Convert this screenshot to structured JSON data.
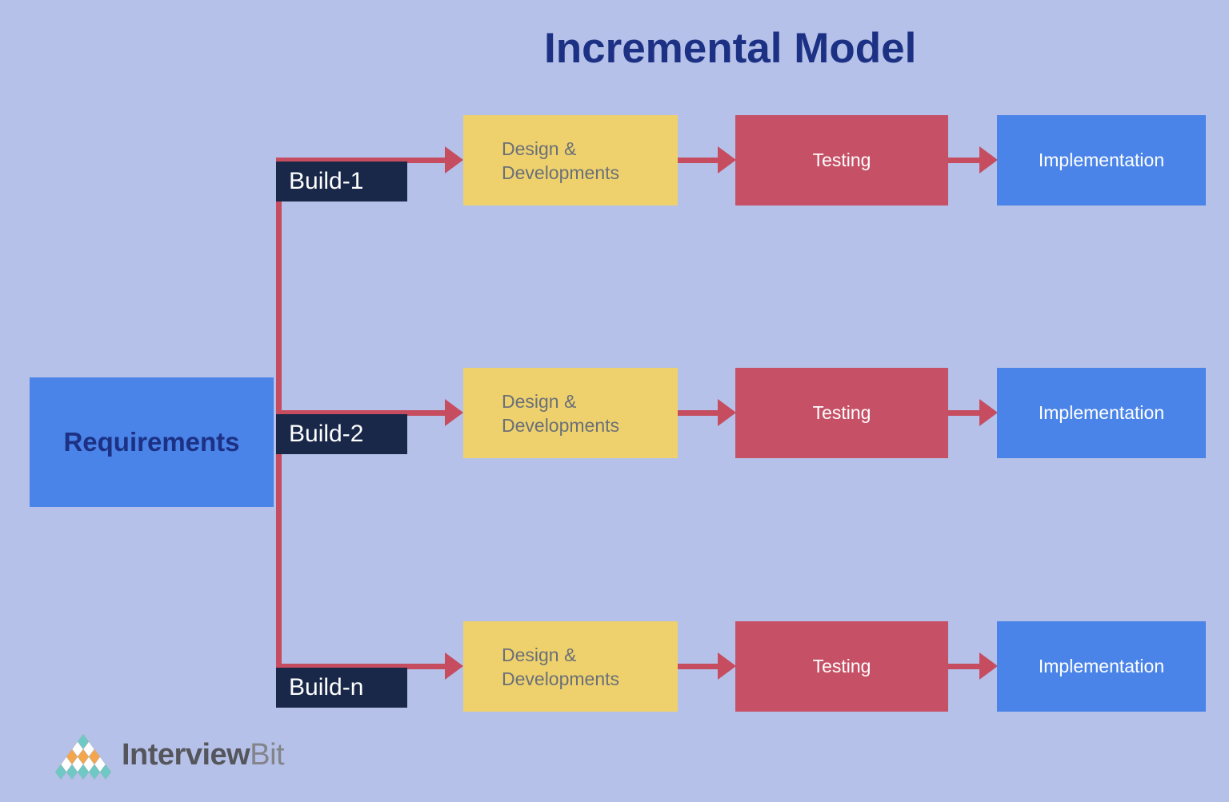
{
  "title": "Incremental Model",
  "requirements_label": "Requirements",
  "builds": [
    {
      "label": "Build-1"
    },
    {
      "label": "Build-2"
    },
    {
      "label": "Build-n"
    }
  ],
  "rows": [
    {
      "design_line1": "Design &",
      "design_line2": "Developments",
      "testing": "Testing",
      "implementation": "Implementation"
    },
    {
      "design_line1": "Design &",
      "design_line2": "Developments",
      "testing": "Testing",
      "implementation": "Implementation"
    },
    {
      "design_line1": "Design &",
      "design_line2": "Developments",
      "testing": "Testing",
      "implementation": "Implementation"
    }
  ],
  "logo": {
    "text_bold": "Interview",
    "text_light": "Bit",
    "diamond_rows": [
      [
        "teal"
      ],
      [
        "white",
        "white"
      ],
      [
        "orange",
        "orange",
        "orange"
      ],
      [
        "white",
        "white",
        "white",
        "white"
      ],
      [
        "teal",
        "teal",
        "teal",
        "teal",
        "teal"
      ]
    ]
  },
  "colors": {
    "background": "#b5c1e8",
    "title_text": "#1d3184",
    "box_blue": "#4a84e8",
    "build_navy": "#192849",
    "arrow_red": "#c64d60",
    "testing_red": "#c65066",
    "design_yellow": "#eed16c",
    "design_text": "#6b7078",
    "box_text_white": "#ffffff",
    "logo_teal": "#6ec8c4",
    "logo_orange": "#f4a64c",
    "logo_white": "#ffffff",
    "logo_text_dark": "#55565b",
    "logo_text_light": "#83848a"
  }
}
